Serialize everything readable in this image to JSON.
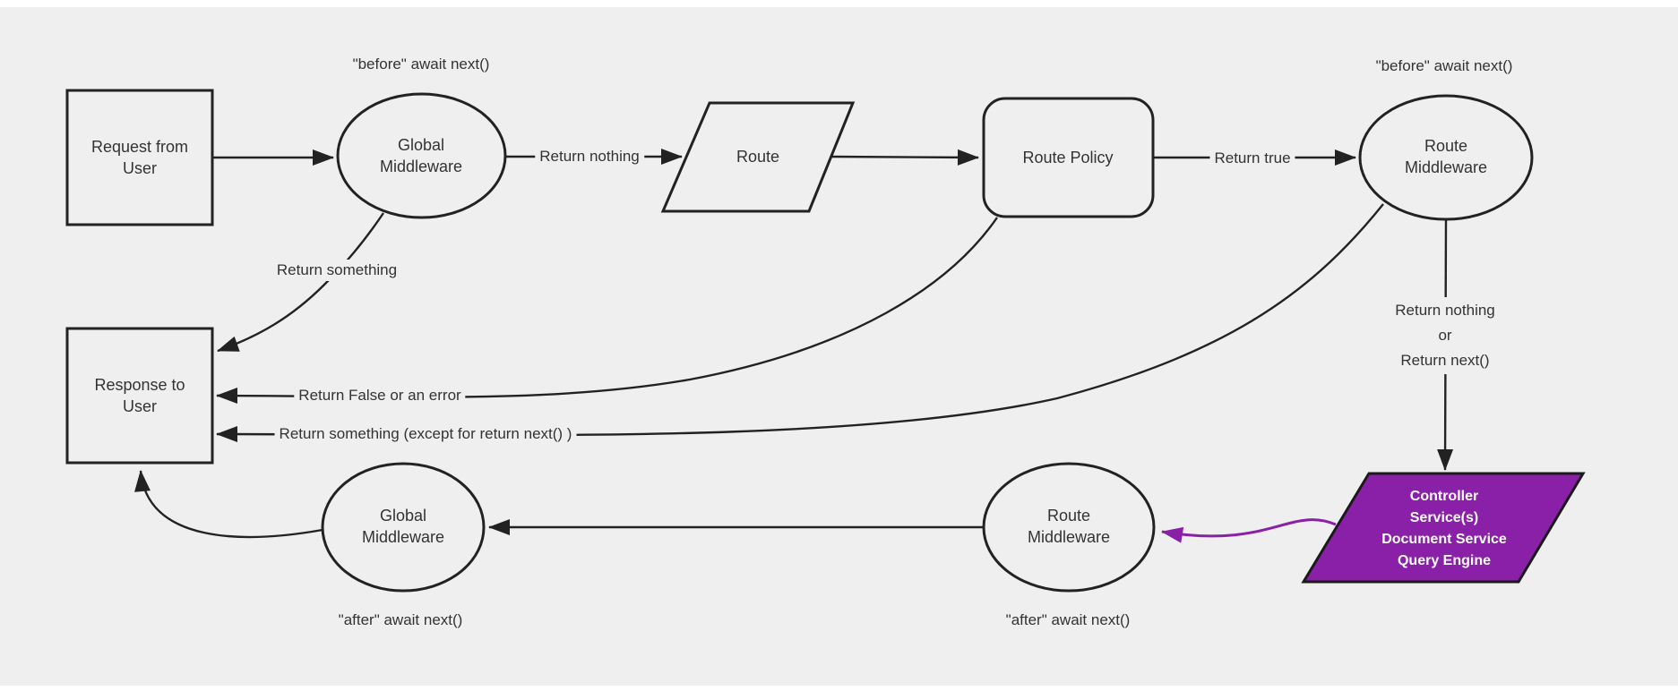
{
  "colors": {
    "background": "#efefef",
    "node-fill": "#efefef",
    "stroke": "#222222",
    "text": "#333333",
    "purple": "#8a1fa8",
    "purple-text": "#ffffff"
  },
  "nodes": {
    "request": {
      "label": "Request from User"
    },
    "global_middleware_in": {
      "label": "Global Middleware"
    },
    "route": {
      "label": "Route"
    },
    "route_policy": {
      "label": "Route Policy"
    },
    "route_middleware_in": {
      "label": "Route Middleware"
    },
    "response": {
      "label": "Response to User"
    },
    "controller": {
      "label": "Controller\nService(s)\nDocument Service\nQuery Engine"
    },
    "route_middleware_out": {
      "label": "Route Middleware"
    },
    "global_middleware_out": {
      "label": "Global Middleware"
    }
  },
  "annotations": {
    "before_global": "\"before\" await next()",
    "before_route": "\"before\" await next()",
    "after_global": "\"after\" await next()",
    "after_route": "\"after\" await next()"
  },
  "edge_labels": {
    "return_nothing": "Return nothing",
    "return_true": "Return true",
    "return_something": "Return something",
    "return_false": "Return False or an error",
    "return_something_except": "Return something (except for return next() )",
    "return_nothing_or_next": "Return nothing\nor\nReturn next()"
  }
}
